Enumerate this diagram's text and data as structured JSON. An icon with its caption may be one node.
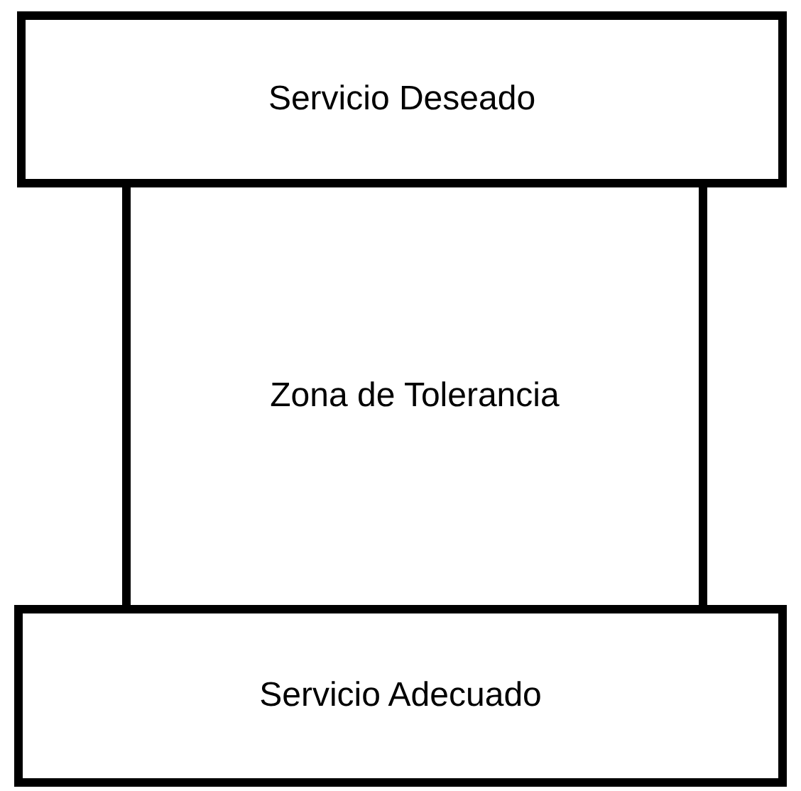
{
  "diagram": {
    "nodes": [
      {
        "text": [
          "Servicio Deseado"
        ]
      },
      {
        "text": [
          "Zona de Tolerancia"
        ]
      },
      {
        "text": [
          "Servicio Adecuado"
        ]
      }
    ]
  }
}
